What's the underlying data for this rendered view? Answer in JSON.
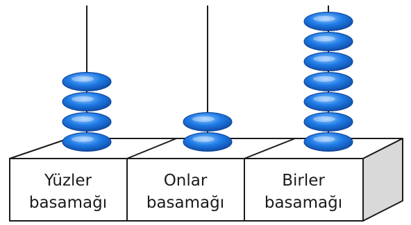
{
  "columns": [
    {
      "line1": "Yüzler",
      "line2": "basamağı",
      "beads": 4
    },
    {
      "line1": "Onlar",
      "line2": "basamağı",
      "beads": 2
    },
    {
      "line1": "Birler",
      "line2": "basamağı",
      "beads": 7
    }
  ],
  "colors": {
    "bead_light": "#8fc6ff",
    "bead_mid": "#1f7be6",
    "bead_dark": "#0a3f93",
    "box_top": "#ffffff",
    "box_side": "#d9d9d9",
    "stroke": "#1a1a1a"
  }
}
